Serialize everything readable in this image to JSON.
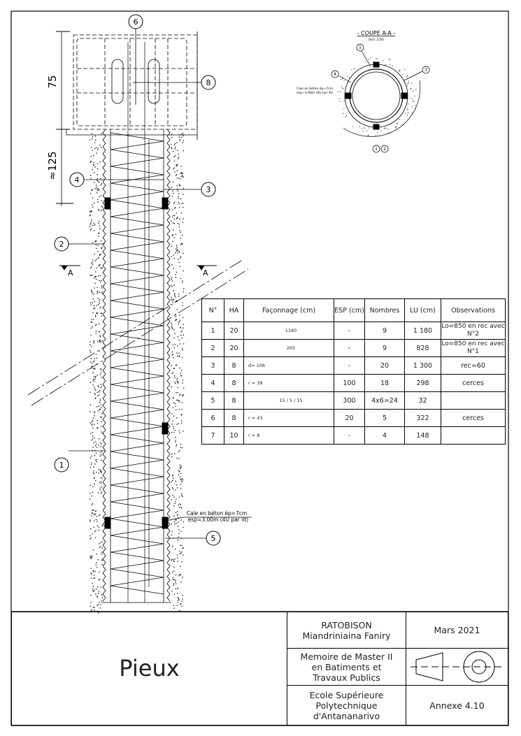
{
  "drawing": {
    "callouts": {
      "c6": "6",
      "c8": "8",
      "c4": "4",
      "c3": "3",
      "c2": "2",
      "c1": "1",
      "c5": "5"
    },
    "section_mark": "A",
    "dim_cap": "75",
    "dim_top": "≈125",
    "cale_line1": "Cale en béton ép=7cm",
    "cale_line2": "esp=3.00m (4U par lit)"
  },
  "coupe": {
    "title": "- COUPE A-A -",
    "scale": "(Ech: 1/30)",
    "callouts": {
      "c5": "5",
      "c4": "4",
      "c3": "3",
      "c1": "1",
      "c2": "2"
    },
    "cale_line1": "Cale en béton ép=7cm",
    "cale_line2": "esp=3.00m (4U par lit)"
  },
  "table": {
    "headers": [
      "N°",
      "HA",
      "Façonnage (cm)",
      "ESP (cm)",
      "Nombres",
      "LU (cm)",
      "Observations"
    ],
    "rows": [
      {
        "n": "1",
        "ha": "20",
        "shape": "1180",
        "esp": "-",
        "nb": "9",
        "lu": "1 180",
        "obs": "Lo=850 en rec avec N°2"
      },
      {
        "n": "2",
        "ha": "20",
        "shape": "205",
        "esp": "-",
        "nb": "9",
        "lu": "828",
        "obs": "Lo=850 en rec avec N°1"
      },
      {
        "n": "3",
        "ha": "8",
        "shape": "d= 106",
        "esp": "-",
        "nb": "20",
        "lu": "1 300",
        "obs": "rec=60"
      },
      {
        "n": "4",
        "ha": "8",
        "shape": "r = 39",
        "esp": "100",
        "nb": "18",
        "lu": "298",
        "obs": "cerces"
      },
      {
        "n": "5",
        "ha": "8",
        "shape": "15 / 5 / 15",
        "esp": "300",
        "nb": "4x6=24",
        "lu": "32",
        "obs": ""
      },
      {
        "n": "6",
        "ha": "8",
        "shape": "r = 43",
        "esp": "20",
        "nb": "5",
        "lu": "322",
        "obs": "cerces"
      },
      {
        "n": "7",
        "ha": "10",
        "shape": "r = 8",
        "esp": "-",
        "nb": "4",
        "lu": "148",
        "obs": ""
      }
    ]
  },
  "title_block": {
    "title": "Pieux",
    "author": "RATOBISON Miandriniaina Faniry",
    "date": "Mars 2021",
    "memoir": "Memoire de Master II en Batiments et Travaux Publics",
    "school": "Ecole Supérieure Polytechnique d'Antananarivo",
    "annex": "Annexe 4.10"
  }
}
